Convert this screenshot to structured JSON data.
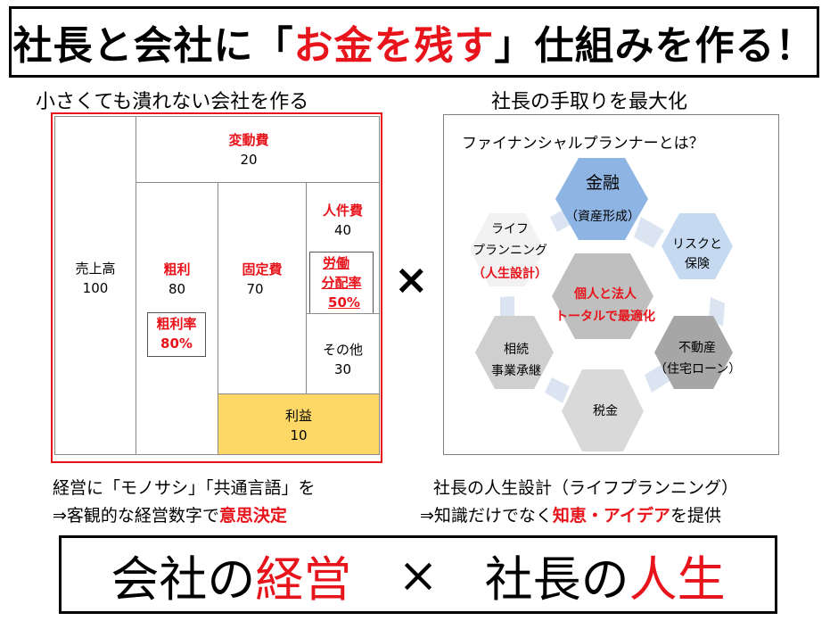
{
  "title": {
    "part1": "社長と会社に「",
    "highlight": "お金を残す",
    "part2": "」仕組みを作る！"
  },
  "left_heading": "小さくても潰れない会社を作る",
  "right_heading": "社長の手取りを最大化",
  "left_diagram": {
    "sales_label": "売上高",
    "sales_value": "100",
    "variable_label": "変動費",
    "variable_value": "20",
    "gross_label": "粗利",
    "gross_value": "80",
    "gross_rate_label": "粗利率",
    "gross_rate_value": "80%",
    "fixed_label": "固定費",
    "fixed_value": "70",
    "labor_label": "人件費",
    "labor_value": "40",
    "labor_share_label1": "労働",
    "labor_share_label2": "分配率",
    "labor_share_value": "50%",
    "other_label": "その他",
    "other_value": "30",
    "profit_label": "利益",
    "profit_value": "10"
  },
  "cross": "×",
  "right_diagram": {
    "title": "ファイナンシャルプランナーとは？",
    "finance_title": "金融",
    "finance_sub": "（資産形成）",
    "risk_line1": "リスクと",
    "risk_line2": "保険",
    "realestate_line1": "不動産",
    "realestate_line2": "（住宅ローン）",
    "tax": "税金",
    "inherit_line1": "相続",
    "inherit_line2": "事業承継",
    "life_line1": "ライフ",
    "life_line2": "プランニング",
    "life_line3": "（人生設計）",
    "center_line1": "個人と法人",
    "center_line2": "トータルで最適化"
  },
  "left_caption": {
    "line1": "経営に「モノサシ」「共通言語」を",
    "line2_part1": "⇒客観的な経営数字で",
    "line2_red": "意思決定"
  },
  "right_caption": {
    "line1": "社長の人生設計（ライフプランニング）",
    "line2_part1": "⇒知識だけでなく",
    "line2_red": "知恵・アイデア",
    "line2_part2": "を提供"
  },
  "bottom": {
    "part1": "会社の",
    "red1": "経営",
    "cross": "×",
    "part2": "社長の",
    "red2": "人生"
  },
  "colors": {
    "accent_red": "#e8141b",
    "profit_fill": "#fdd867",
    "finance_hex": "#8eb4e3",
    "risk_hex": "#c5d9f1",
    "realestate_hex": "#a6a6a6",
    "tax_hex": "#d9d9d9",
    "inherit_hex": "#cfcfcf",
    "life_hex": "#f2f2f2",
    "center_hex": "#bfbfbf",
    "connector": "#dbe5f1"
  }
}
